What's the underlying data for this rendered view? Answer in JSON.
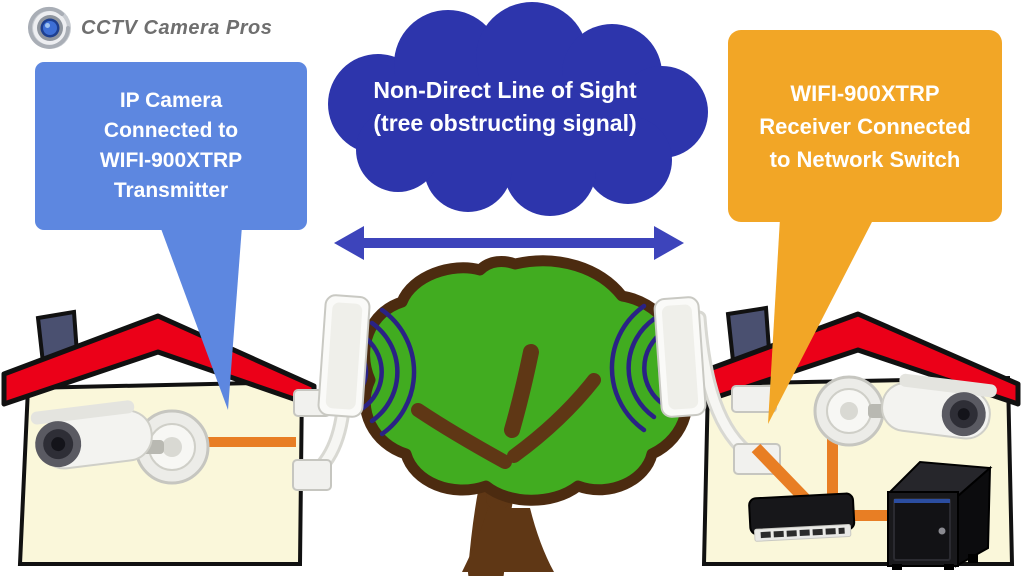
{
  "logo": {
    "text": "CCTV Camera Pros",
    "icon": "camera-lens-icon",
    "text_color": "#6F6F6F"
  },
  "callouts": {
    "left": {
      "lines": [
        "IP Camera",
        "Connected to",
        "WIFI-900XTRP",
        "Transmitter"
      ],
      "bg_color": "#5D87E0",
      "text_color": "#FFFFFF"
    },
    "right": {
      "lines": [
        "WIFI-900XTRP",
        "Receiver Connected",
        "to Network Switch"
      ],
      "bg_color": "#F2A626",
      "text_color": "#FFFFFF"
    }
  },
  "cloud": {
    "lines": [
      "Non-Direct Line of Sight",
      "(tree obstructing signal)"
    ],
    "bg_color": "#2D35AC",
    "text_color": "#FFFFFF"
  },
  "scene": {
    "arrow_color": "#3D44BB",
    "wifi_wave_color": "#2A2285",
    "cable_color": "#E87E24",
    "house": {
      "wall_color": "#FAF7DA",
      "roof_color": "#EB0018",
      "chimney_color": "#4A5070",
      "outline_color": "#111111"
    },
    "tree": {
      "canopy_color": "#41AC20",
      "canopy_outline_color": "#4C2B10",
      "trunk_color": "#5F3715"
    }
  }
}
